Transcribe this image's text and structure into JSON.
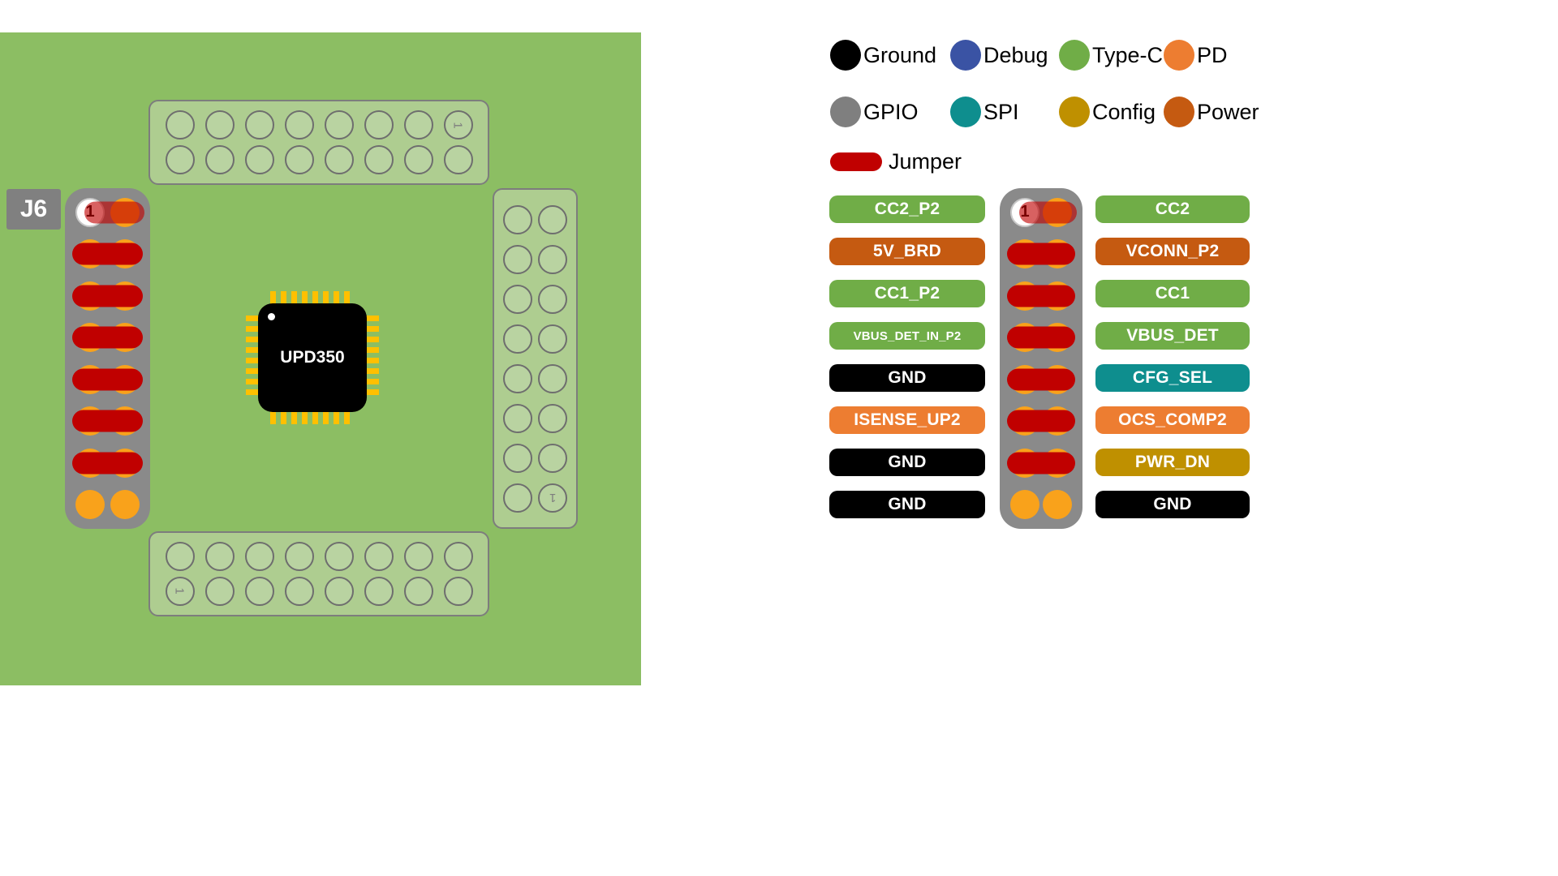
{
  "pin1_label": "1",
  "board": {
    "connector_label": "J6",
    "chip_label": "UPD350"
  },
  "colors": {
    "board_green": "#8CBE63",
    "header_green": "#AECD90",
    "hole_green": "#B9D3A1",
    "connector_gray": "#8A8A8A",
    "label_gray": "#808080",
    "jumper": "#C00000",
    "pin_orange": "#F9A21B",
    "chip_gold": "#FFC000",
    "ground": "#000000",
    "debug": "#3A53A4",
    "type_c": "#70AD47",
    "pd": "#ED7D31",
    "gpio": "#7F7F7F",
    "spi": "#0E8E8E",
    "config": "#BF9000",
    "power": "#C55A11"
  },
  "legend": {
    "items": [
      {
        "label": "Ground",
        "color": "#000000"
      },
      {
        "label": "Debug",
        "color": "#3A53A4"
      },
      {
        "label": "Type-C",
        "color": "#70AD47"
      },
      {
        "label": "PD",
        "color": "#ED7D31"
      },
      {
        "label": "GPIO",
        "color": "#7F7F7F"
      },
      {
        "label": "SPI",
        "color": "#0E8E8E"
      },
      {
        "label": "Config",
        "color": "#BF9000"
      },
      {
        "label": "Power",
        "color": "#C55A11"
      }
    ],
    "jumper_label": "Jumper"
  },
  "pinout": {
    "left": [
      {
        "label": "CC2_P2",
        "color": "#70AD47"
      },
      {
        "label": "5V_BRD",
        "color": "#C55A11"
      },
      {
        "label": "CC1_P2",
        "color": "#70AD47"
      },
      {
        "label": "VBUS_DET_IN_P2",
        "color": "#70AD47"
      },
      {
        "label": "GND",
        "color": "#000000"
      },
      {
        "label": "ISENSE_UP2",
        "color": "#ED7D31"
      },
      {
        "label": "GND",
        "color": "#000000"
      },
      {
        "label": "GND",
        "color": "#000000"
      }
    ],
    "right": [
      {
        "label": "CC2",
        "color": "#70AD47"
      },
      {
        "label": "VCONN_P2",
        "color": "#C55A11"
      },
      {
        "label": "CC1",
        "color": "#70AD47"
      },
      {
        "label": "VBUS_DET",
        "color": "#70AD47"
      },
      {
        "label": "CFG_SEL",
        "color": "#0E8E8E"
      },
      {
        "label": "OCS_COMP2",
        "color": "#ED7D31"
      },
      {
        "label": "PWR_DN",
        "color": "#BF9000"
      },
      {
        "label": "GND",
        "color": "#000000"
      }
    ]
  }
}
